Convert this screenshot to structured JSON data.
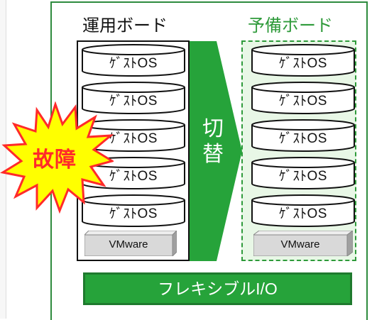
{
  "active_board": {
    "title": "運用ボード",
    "guests": [
      "ｹﾞｽﾄOS",
      "ｹﾞｽﾄOS",
      "ｹﾞｽﾄOS",
      "ｹﾞｽﾄOS",
      "ｹﾞｽﾄOS"
    ],
    "hypervisor": "VMware"
  },
  "spare_board": {
    "title": "予備ボード",
    "guests": [
      "ｹﾞｽﾄOS",
      "ｹﾞｽﾄOS",
      "ｹﾞｽﾄOS",
      "ｹﾞｽﾄOS",
      "ｹﾞｽﾄOS"
    ],
    "hypervisor": "VMware"
  },
  "switch_arrow": {
    "label_line1": "切",
    "label_line2": "替"
  },
  "failure": {
    "label": "故障"
  },
  "flexible_io": {
    "label": "フレキシブルI/O"
  },
  "colors": {
    "accent_green": "#26a33a",
    "dark_green": "#1f7a2e",
    "burst_yellow": "#ffff00",
    "burst_red": "#ff2a2a",
    "spare_bg": "#e8f7e6"
  }
}
